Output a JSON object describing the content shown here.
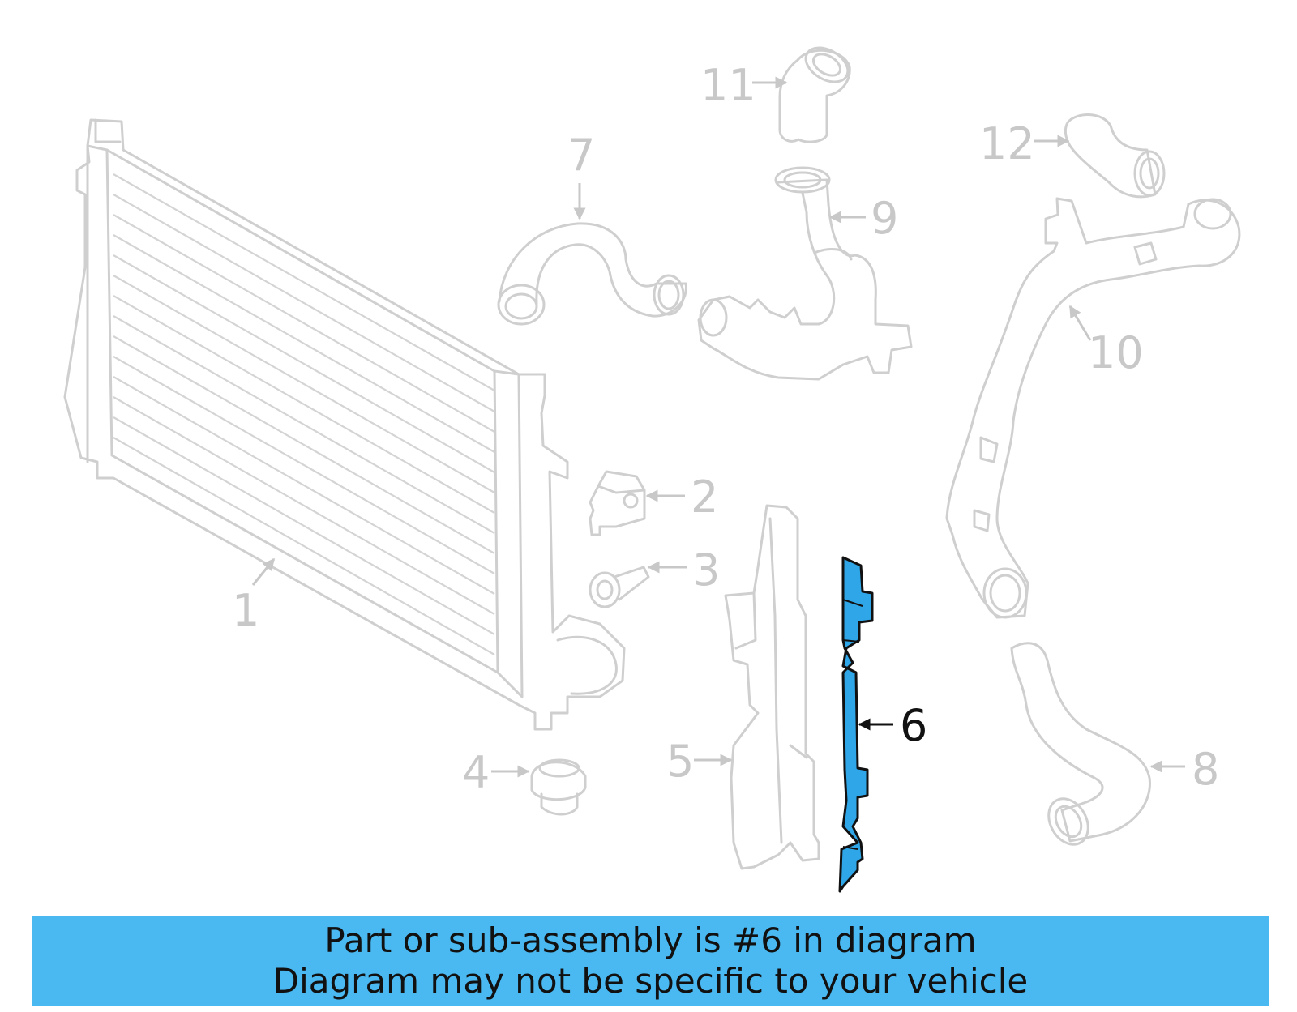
{
  "callouts": [
    "1",
    "2",
    "3",
    "4",
    "5",
    "6",
    "7",
    "8",
    "9",
    "10",
    "11",
    "12"
  ],
  "highlighted_part": "6",
  "colors": {
    "highlight": "#2fa6e8",
    "banner": "#4ab9f2",
    "linework": "#cfcfcf"
  },
  "banner": {
    "line1": "Part or sub-assembly is #6 in diagram",
    "line2": "Diagram may not be specific to your vehicle"
  }
}
